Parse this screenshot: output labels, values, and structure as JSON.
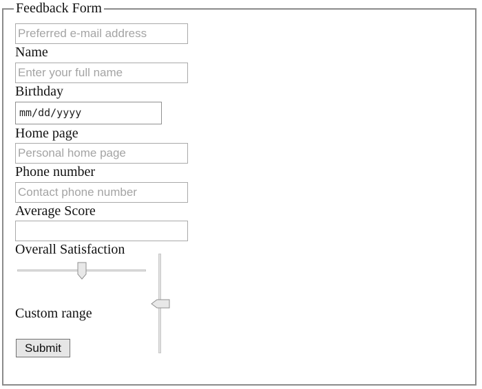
{
  "form": {
    "legend": "Feedback Form",
    "email": {
      "placeholder": "Preferred e-mail address"
    },
    "name": {
      "label": "Name",
      "placeholder": "Enter your full name"
    },
    "birthday": {
      "label": "Birthday",
      "value": "mm/dd/yyyy"
    },
    "homepage": {
      "label": "Home page",
      "placeholder": "Personal home page"
    },
    "phone": {
      "label": "Phone number",
      "placeholder": "Contact phone number"
    },
    "average_score": {
      "label": "Average Score",
      "value": ""
    },
    "overall_satisfaction": {
      "label": "Overall Satisfaction",
      "level": 0.5
    },
    "custom_range": {
      "label": "Custom range",
      "level": 0.5
    },
    "submit_label": "Submit"
  },
  "colors": {
    "border": "#8a8a8a",
    "placeholder": "#a4a4a4",
    "button": "#e6e6e6"
  }
}
